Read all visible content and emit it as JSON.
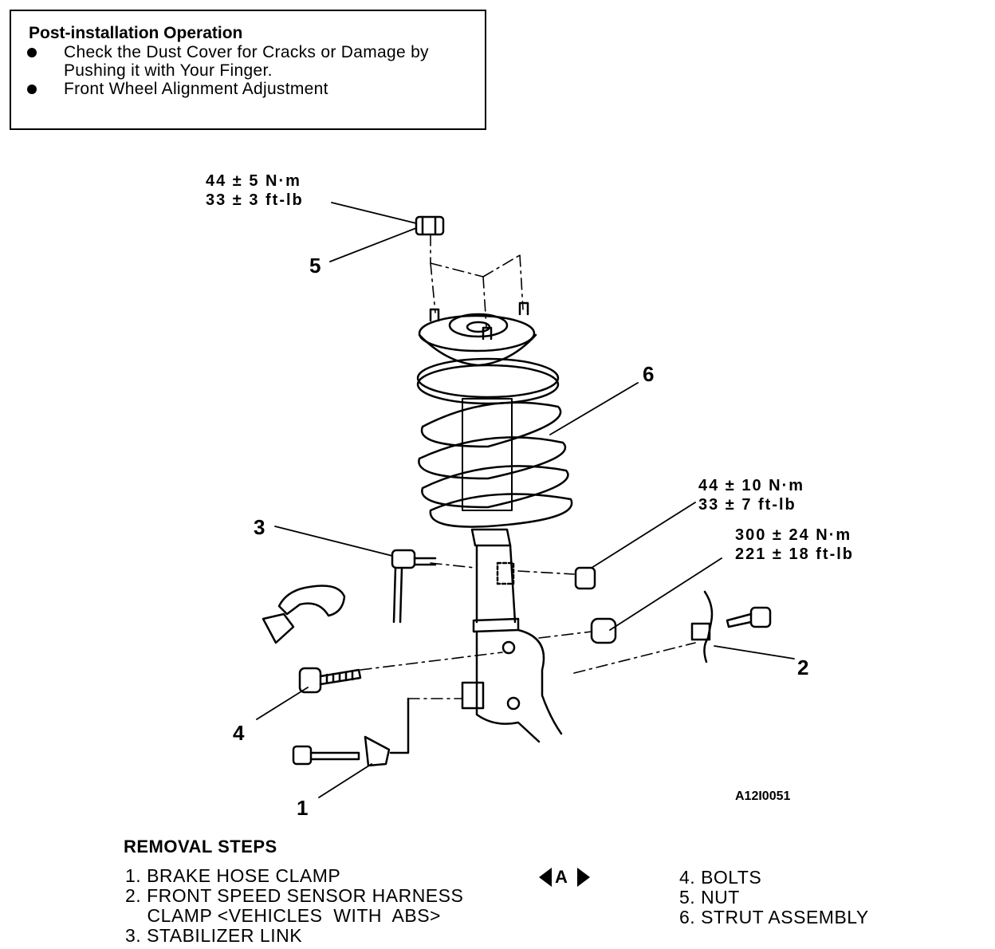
{
  "post_install": {
    "title": "Post-installation Operation",
    "items": [
      {
        "line1": "Check the Dust Cover for Cracks or Damage by",
        "line2": "Pushing it with Your Finger."
      },
      {
        "line1": "Front Wheel Alignment Adjustment",
        "line2": ""
      }
    ]
  },
  "torques": {
    "nut_top": {
      "nm": "44 ± 5 N·m",
      "ftlb": "33 ± 3 ft-lb"
    },
    "link_nut": {
      "nm": "44 ± 10 N·m",
      "ftlb": "33 ± 7 ft-lb"
    },
    "bolt_nut": {
      "nm": "300 ± 24 N·m",
      "ftlb": "221 ± 18 ft-lb"
    }
  },
  "callouts": {
    "c1": "1",
    "c2": "2",
    "c3": "3",
    "c4": "4",
    "c5": "5",
    "c6": "6"
  },
  "figure_id": "A12I0051",
  "removal": {
    "title": "REMOVAL  STEPS",
    "steps_left": [
      "1. BRAKE  HOSE  CLAMP",
      "2. FRONT SPEED SENSOR HARNESS",
      "    CLAMP <VEHICLES  WITH  ABS>",
      "3. STABILIZER  LINK"
    ],
    "marker": "A",
    "steps_right": [
      "4. BOLTS",
      "5. NUT",
      "6. STRUT  ASSEMBLY"
    ]
  }
}
